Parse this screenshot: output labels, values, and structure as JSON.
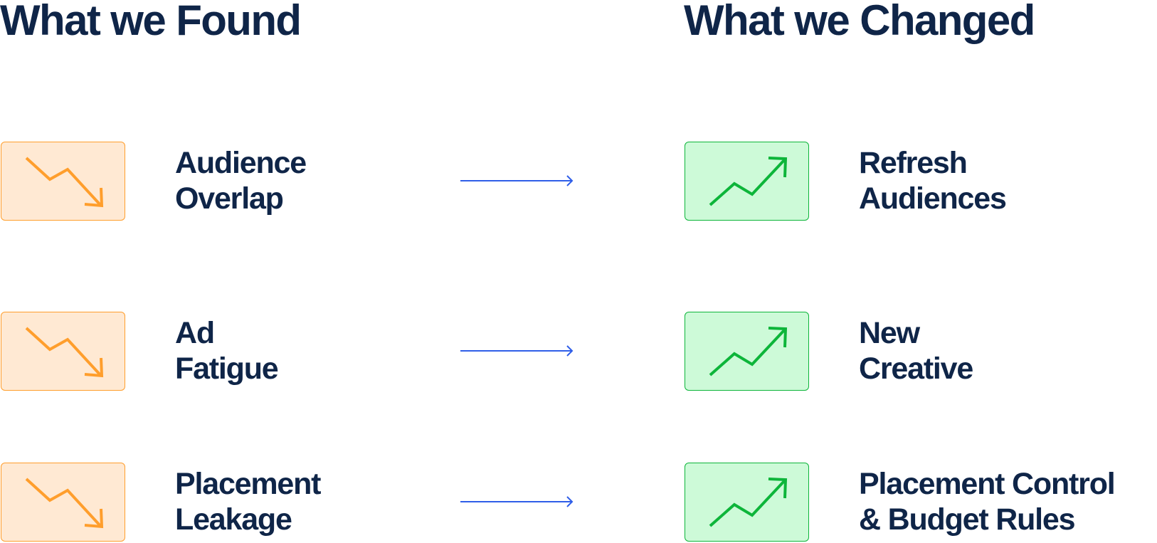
{
  "headings": {
    "found": "What we Found",
    "changed": "What we Changed"
  },
  "icons": {
    "found": "trend-down-icon",
    "changed": "trend-up-icon",
    "connector": "arrow-right-icon"
  },
  "colors": {
    "text": "#0f2548",
    "found_fill": "#ffe9d3",
    "found_stroke": "#ff9e2c",
    "changed_fill": "#cdfad8",
    "changed_stroke": "#0db53a",
    "arrow": "#2f5ee8"
  },
  "rows": [
    {
      "found": {
        "line1": "Audience",
        "line2": "Overlap"
      },
      "changed": {
        "line1": "Refresh",
        "line2": "Audiences"
      }
    },
    {
      "found": {
        "line1": "Ad",
        "line2": "Fatigue"
      },
      "changed": {
        "line1": "New",
        "line2": "Creative"
      }
    },
    {
      "found": {
        "line1": "Placement",
        "line2": "Leakage"
      },
      "changed": {
        "line1": "Placement Control",
        "line2": "& Budget Rules"
      }
    }
  ]
}
